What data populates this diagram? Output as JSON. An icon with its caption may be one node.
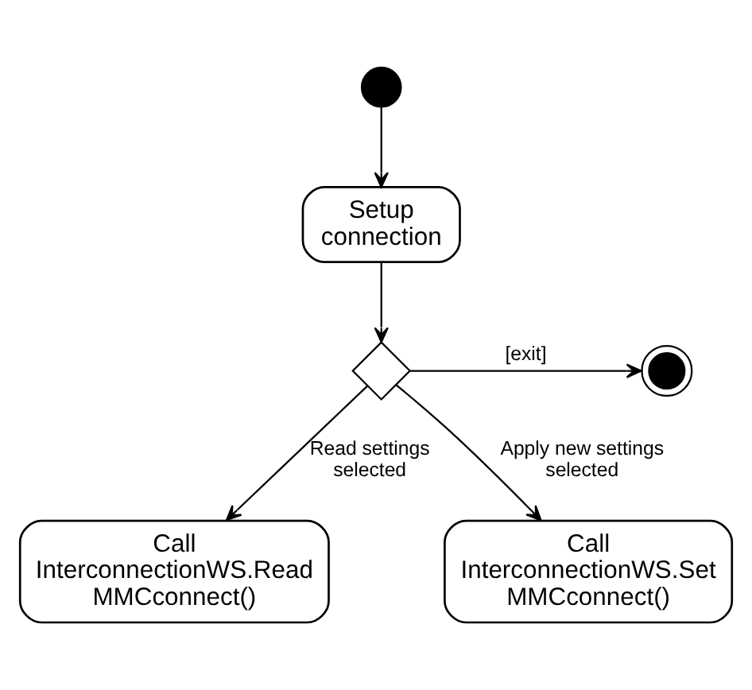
{
  "diagram": {
    "nodes": [
      {
        "text": [],
        "shape": "circle"
      },
      {
        "text": [
          "Setup connection"
        ]
      },
      {
        "text": [],
        "shape": "diamond"
      },
      {
        "text": [],
        "shape": "bullseye"
      },
      {
        "text": [
          "Call InterconnectionWS.Read MMCconnect()"
        ]
      },
      {
        "text": [
          "Call InterconnectionWS.Set MMCconnect()"
        ]
      }
    ],
    "edges": [
      {
        "from": 0,
        "to": 1,
        "arrow": "to"
      },
      {
        "from": 1,
        "to": 2,
        "arrow": "to"
      },
      {
        "from": 2,
        "to": 3,
        "arrow": "to",
        "label": "[exit]"
      },
      {
        "from": 2,
        "to": 4,
        "arrow": "to",
        "label": "Read settings selected"
      },
      {
        "from": 2,
        "to": 5,
        "arrow": "to",
        "label": "Apply new settings selected"
      }
    ]
  }
}
